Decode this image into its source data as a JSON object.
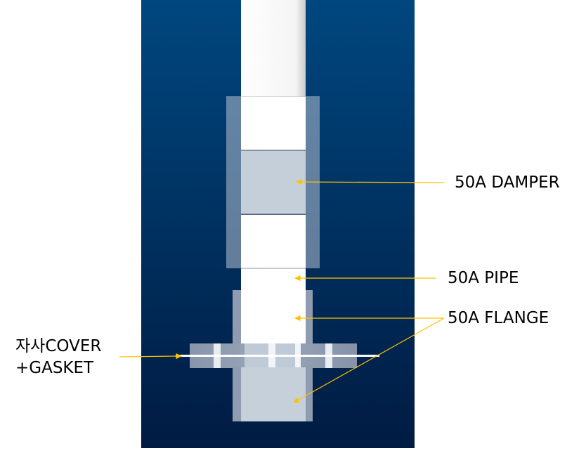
{
  "labels": {
    "damper": "50A DAMPER",
    "pipe": "50A PIPE",
    "flange": "50A FLANGE",
    "cover_line1": "자사COVER",
    "cover_line2": "+GASKET"
  },
  "colors": {
    "background_top": "#00477f",
    "background_bottom": "#001b42",
    "pipe": "#ffffff",
    "damper": "#c8d2dc",
    "sleeve": "#b4c0ce",
    "gasket": "#ffffff",
    "leader": "#ffc000"
  }
}
